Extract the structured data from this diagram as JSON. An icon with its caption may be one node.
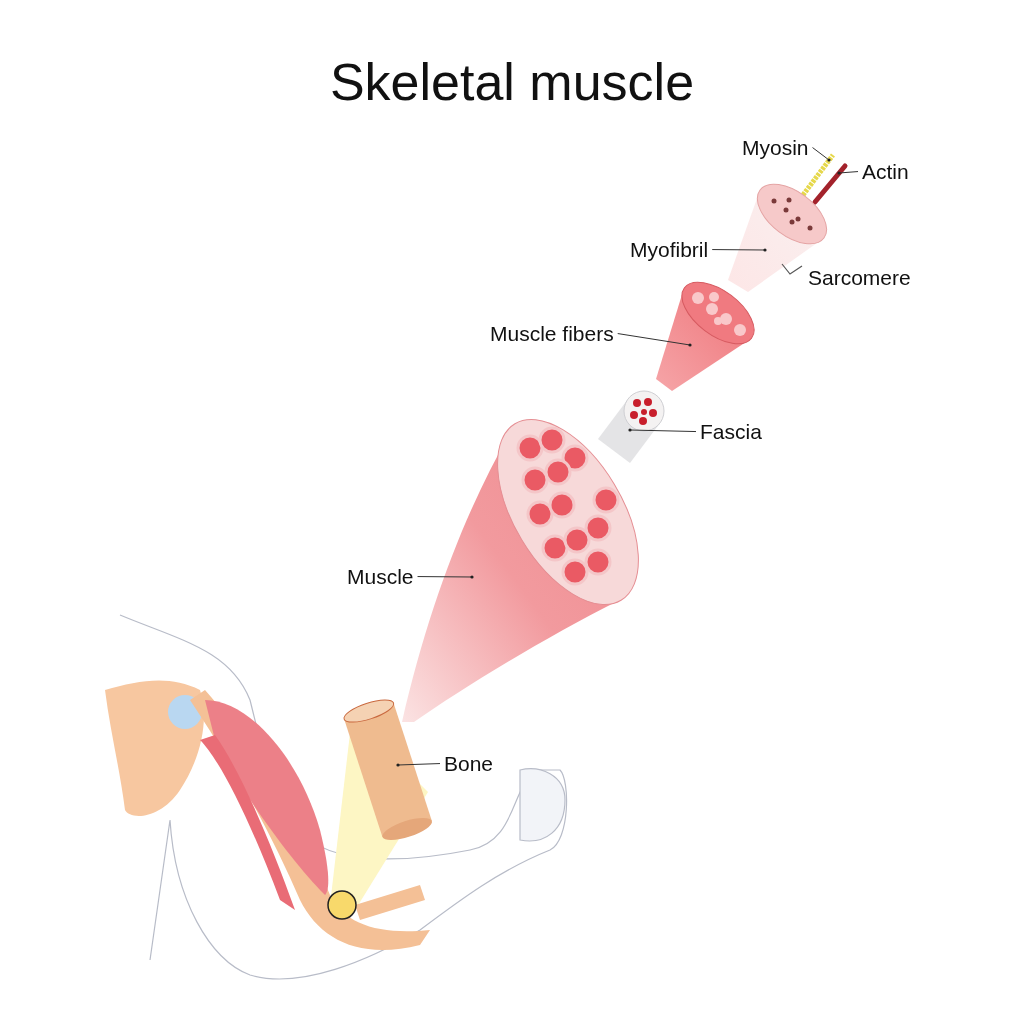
{
  "diagram": {
    "title": "Skeletal muscle",
    "nodes": [
      {
        "text": [
          "Myosin"
        ]
      },
      {
        "text": [],
        "shape": "picture"
      },
      {
        "text": [
          "Actin"
        ]
      },
      {
        "text": [],
        "shape": "picture"
      },
      {
        "text": [
          "Myofibril"
        ]
      },
      {
        "text": [],
        "shape": "picture"
      },
      {
        "text": [
          "Muscle fibers"
        ]
      },
      {
        "text": [],
        "shape": "picture"
      },
      {
        "text": [
          "Fascia"
        ]
      },
      {
        "text": [],
        "shape": "picture"
      },
      {
        "text": [
          "Muscle"
        ]
      },
      {
        "text": [],
        "shape": "picture"
      },
      {
        "text": [
          "Bone"
        ]
      },
      {
        "text": [],
        "shape": "picture"
      }
    ],
    "edges": [
      {
        "from": 0,
        "to": 1,
        "arrow": "other"
      },
      {
        "from": 2,
        "to": 3,
        "arrow": "other"
      },
      {
        "from": 4,
        "to": 5,
        "arrow": "other"
      },
      {
        "from": 6,
        "to": 7,
        "arrow": "other"
      },
      {
        "from": 8,
        "to": 9,
        "arrow": "other"
      },
      {
        "from": 10,
        "to": 11,
        "arrow": "other"
      },
      {
        "from": 12,
        "to": 13,
        "arrow": "other"
      }
    ],
    "labels": [
      "Sarcomere"
    ]
  }
}
